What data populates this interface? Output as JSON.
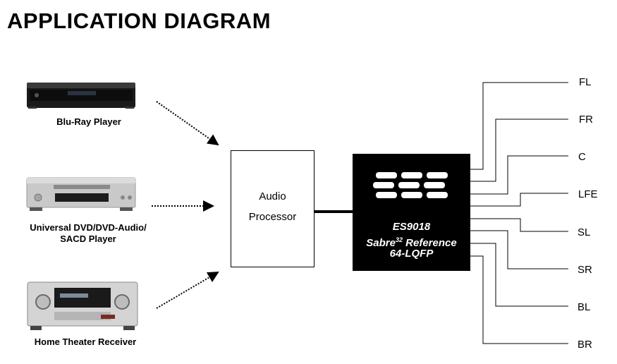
{
  "title": "APPLICATION DIAGRAM",
  "devices": {
    "bluray": "Blu-Ray Player",
    "dvd_line1": "Universal DVD/DVD-Audio/",
    "dvd_line2": "SACD Player",
    "receiver": "Home Theater Receiver"
  },
  "processor": {
    "line1": "Audio",
    "line2": "Processor"
  },
  "chip": {
    "logo": "ESS",
    "part": "ES9018",
    "name_prefix": "Sabre",
    "name_sup": "32",
    "name_suffix": " Reference",
    "package": "64-LQFP"
  },
  "channels": [
    "FL",
    "FR",
    "C",
    "LFE",
    "SL",
    "SR",
    "BL",
    "BR"
  ]
}
